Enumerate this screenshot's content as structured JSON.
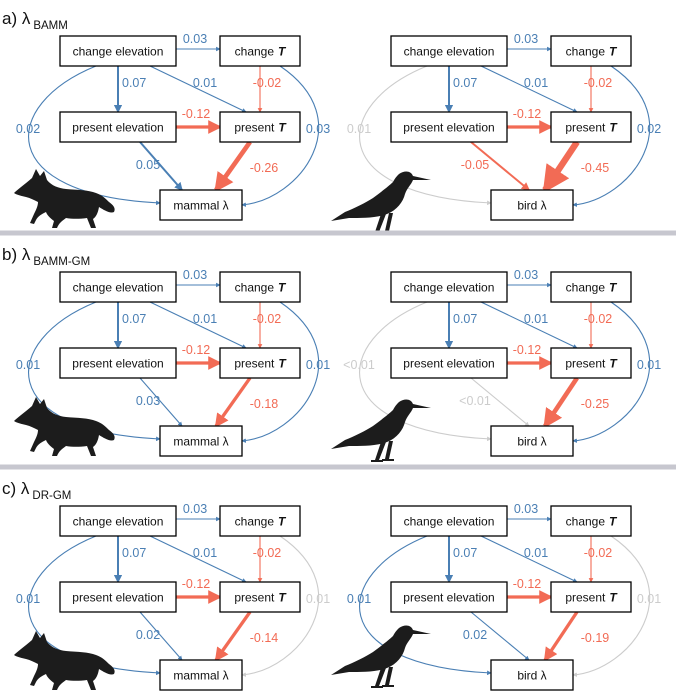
{
  "colors": {
    "positive": "#4a7fb4",
    "negative": "#f26b55",
    "nonsignificant": "#cccccc",
    "node_border": "#000000",
    "silhouette": "#1c1c1c",
    "divider": "#c7c7cf"
  },
  "labels": {
    "change_elevation": "change elevation",
    "change_T": "change",
    "T": "T",
    "present_elevation": "present elevation",
    "present_T": "present",
    "mammal_lambda": "mammal λ",
    "bird_lambda": "bird λ"
  },
  "icons": {
    "mammal": "fox-silhouette-icon",
    "bird": "shorebird-silhouette-icon"
  },
  "panels": [
    {
      "letter": "a) λ",
      "subscript": "BAMM",
      "diagrams": [
        {
          "taxon": "mammal",
          "response": "mammal λ",
          "edges": {
            "ce_cT": {
              "value": "0.03",
              "sign": "positive"
            },
            "ce_pe": {
              "value": "0.07",
              "sign": "positive"
            },
            "ce_pT": {
              "value": "0.01",
              "sign": "positive"
            },
            "cT_pT": {
              "value": "-0.02",
              "sign": "negative"
            },
            "pe_pT": {
              "value": "-0.12",
              "sign": "negative"
            },
            "ce_resp": {
              "value": "0.02",
              "sign": "positive"
            },
            "cT_resp": {
              "value": "0.03",
              "sign": "positive"
            },
            "pe_resp": {
              "value": "0.05",
              "sign": "positive"
            },
            "pT_resp": {
              "value": "-0.26",
              "sign": "negative"
            }
          }
        },
        {
          "taxon": "bird",
          "response": "bird λ",
          "edges": {
            "ce_cT": {
              "value": "0.03",
              "sign": "positive"
            },
            "ce_pe": {
              "value": "0.07",
              "sign": "positive"
            },
            "ce_pT": {
              "value": "0.01",
              "sign": "positive"
            },
            "cT_pT": {
              "value": "-0.02",
              "sign": "negative"
            },
            "pe_pT": {
              "value": "-0.12",
              "sign": "negative"
            },
            "ce_resp": {
              "value": "0.01",
              "sign": "nonsignificant"
            },
            "cT_resp": {
              "value": "0.02",
              "sign": "positive"
            },
            "pe_resp": {
              "value": "-0.05",
              "sign": "negative"
            },
            "pT_resp": {
              "value": "-0.45",
              "sign": "negative"
            }
          }
        }
      ]
    },
    {
      "letter": "b) λ",
      "subscript": "BAMM-GM",
      "diagrams": [
        {
          "taxon": "mammal",
          "response": "mammal λ",
          "edges": {
            "ce_cT": {
              "value": "0.03",
              "sign": "positive"
            },
            "ce_pe": {
              "value": "0.07",
              "sign": "positive"
            },
            "ce_pT": {
              "value": "0.01",
              "sign": "positive"
            },
            "cT_pT": {
              "value": "-0.02",
              "sign": "negative"
            },
            "pe_pT": {
              "value": "-0.12",
              "sign": "negative"
            },
            "ce_resp": {
              "value": "0.01",
              "sign": "positive"
            },
            "cT_resp": {
              "value": "0.01",
              "sign": "positive"
            },
            "pe_resp": {
              "value": "0.03",
              "sign": "positive"
            },
            "pT_resp": {
              "value": "-0.18",
              "sign": "negative"
            }
          }
        },
        {
          "taxon": "bird",
          "response": "bird λ",
          "edges": {
            "ce_cT": {
              "value": "0.03",
              "sign": "positive"
            },
            "ce_pe": {
              "value": "0.07",
              "sign": "positive"
            },
            "ce_pT": {
              "value": "0.01",
              "sign": "positive"
            },
            "cT_pT": {
              "value": "-0.02",
              "sign": "negative"
            },
            "pe_pT": {
              "value": "-0.12",
              "sign": "negative"
            },
            "ce_resp": {
              "value": "<0.01",
              "sign": "nonsignificant"
            },
            "cT_resp": {
              "value": "0.01",
              "sign": "positive"
            },
            "pe_resp": {
              "value": "<0.01",
              "sign": "nonsignificant"
            },
            "pT_resp": {
              "value": "-0.25",
              "sign": "negative"
            }
          }
        }
      ]
    },
    {
      "letter": "c) λ",
      "subscript": "DR-GM",
      "diagrams": [
        {
          "taxon": "mammal",
          "response": "mammal λ",
          "edges": {
            "ce_cT": {
              "value": "0.03",
              "sign": "positive"
            },
            "ce_pe": {
              "value": "0.07",
              "sign": "positive"
            },
            "ce_pT": {
              "value": "0.01",
              "sign": "positive"
            },
            "cT_pT": {
              "value": "-0.02",
              "sign": "negative"
            },
            "pe_pT": {
              "value": "-0.12",
              "sign": "negative"
            },
            "ce_resp": {
              "value": "0.01",
              "sign": "positive"
            },
            "cT_resp": {
              "value": "0.01",
              "sign": "nonsignificant"
            },
            "pe_resp": {
              "value": "0.02",
              "sign": "positive"
            },
            "pT_resp": {
              "value": "-0.14",
              "sign": "negative"
            }
          }
        },
        {
          "taxon": "bird",
          "response": "bird λ",
          "edges": {
            "ce_cT": {
              "value": "0.03",
              "sign": "positive"
            },
            "ce_pe": {
              "value": "0.07",
              "sign": "positive"
            },
            "ce_pT": {
              "value": "0.01",
              "sign": "positive"
            },
            "cT_pT": {
              "value": "-0.02",
              "sign": "negative"
            },
            "pe_pT": {
              "value": "-0.12",
              "sign": "negative"
            },
            "ce_resp": {
              "value": "0.01",
              "sign": "positive"
            },
            "cT_resp": {
              "value": "0.01",
              "sign": "nonsignificant"
            },
            "pe_resp": {
              "value": "0.02",
              "sign": "positive"
            },
            "pT_resp": {
              "value": "-0.19",
              "sign": "negative"
            }
          }
        }
      ]
    }
  ]
}
